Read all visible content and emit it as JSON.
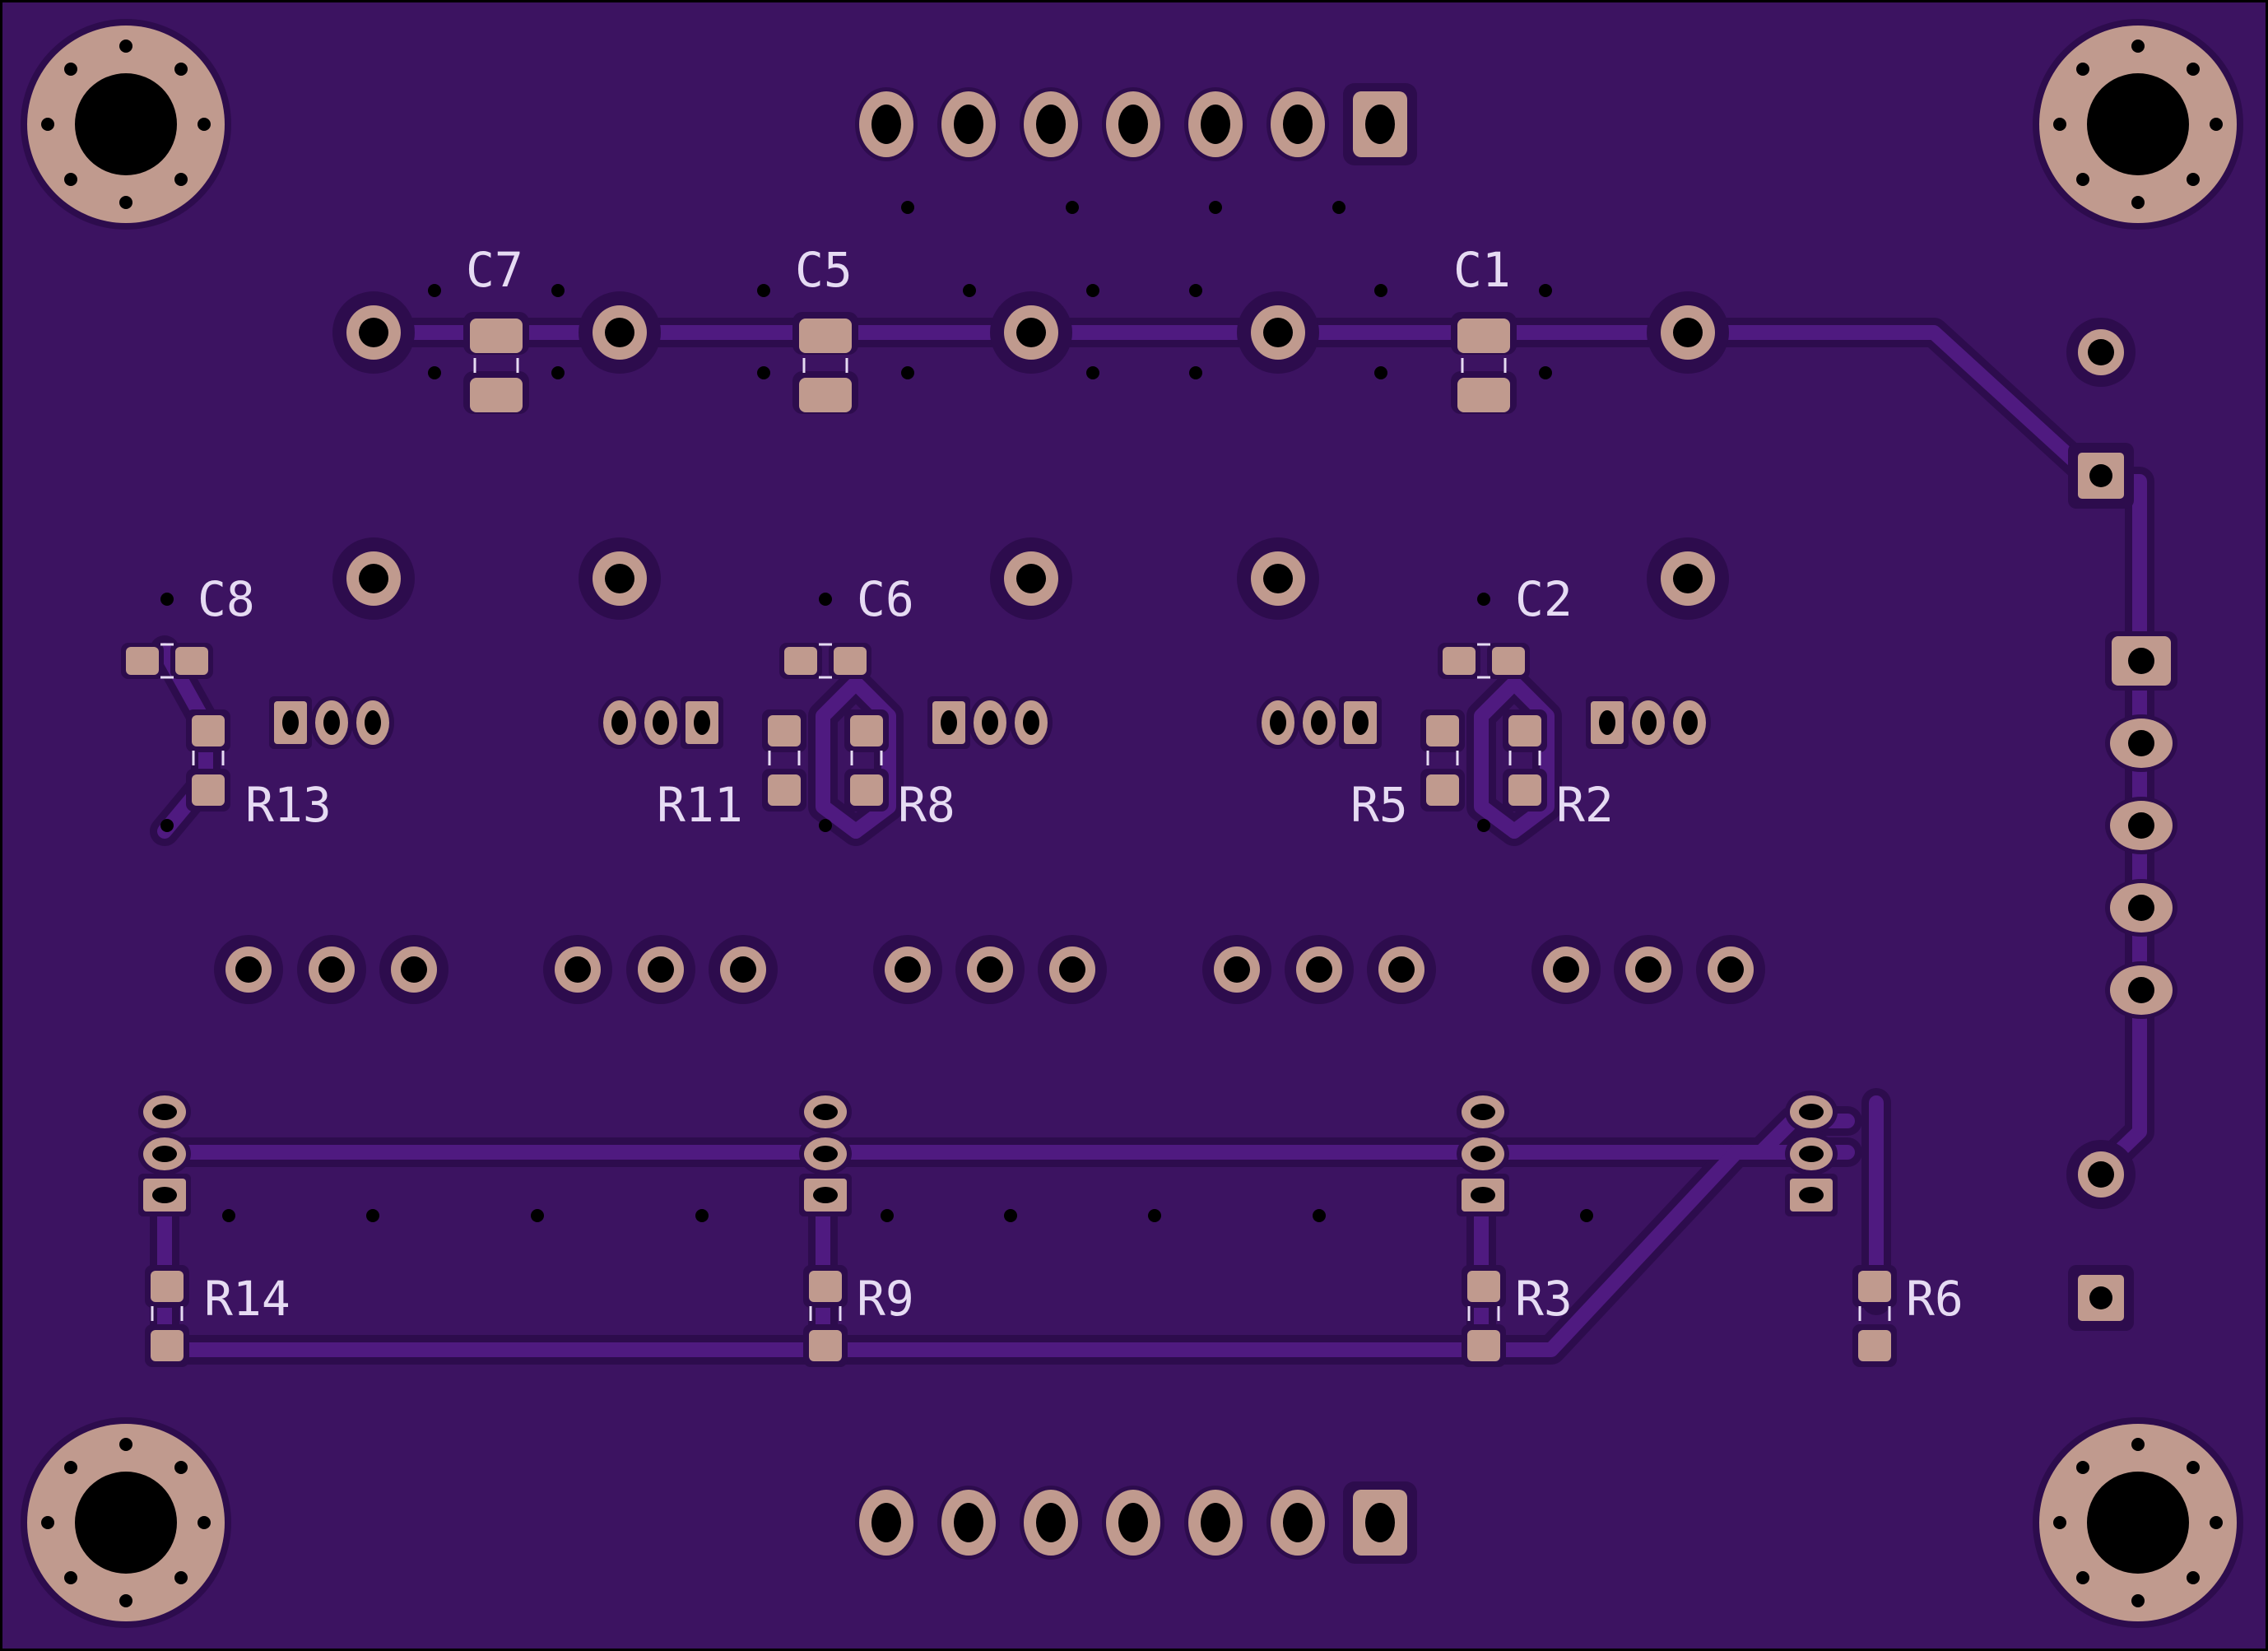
{
  "board": {
    "colors": {
      "background": "#000000",
      "soldermask": "#3c1361",
      "copper": "#4f1a80",
      "clearance": "#2d0c4d",
      "pad": "#c09a8e",
      "drill": "#000000",
      "silk": "#e6dbf3"
    }
  },
  "labels": [
    {
      "id": "C7",
      "text": "C7"
    },
    {
      "id": "C5",
      "text": "C5"
    },
    {
      "id": "C1",
      "text": "C1"
    },
    {
      "id": "C8",
      "text": "C8"
    },
    {
      "id": "C6",
      "text": "C6"
    },
    {
      "id": "C2",
      "text": "C2"
    },
    {
      "id": "R13",
      "text": "R13"
    },
    {
      "id": "R11",
      "text": "R11"
    },
    {
      "id": "R8",
      "text": "R8"
    },
    {
      "id": "R5",
      "text": "R5"
    },
    {
      "id": "R2",
      "text": "R2"
    },
    {
      "id": "R14",
      "text": "R14"
    },
    {
      "id": "R9",
      "text": "R9"
    },
    {
      "id": "R3",
      "text": "R3"
    },
    {
      "id": "R6",
      "text": "R6"
    }
  ]
}
